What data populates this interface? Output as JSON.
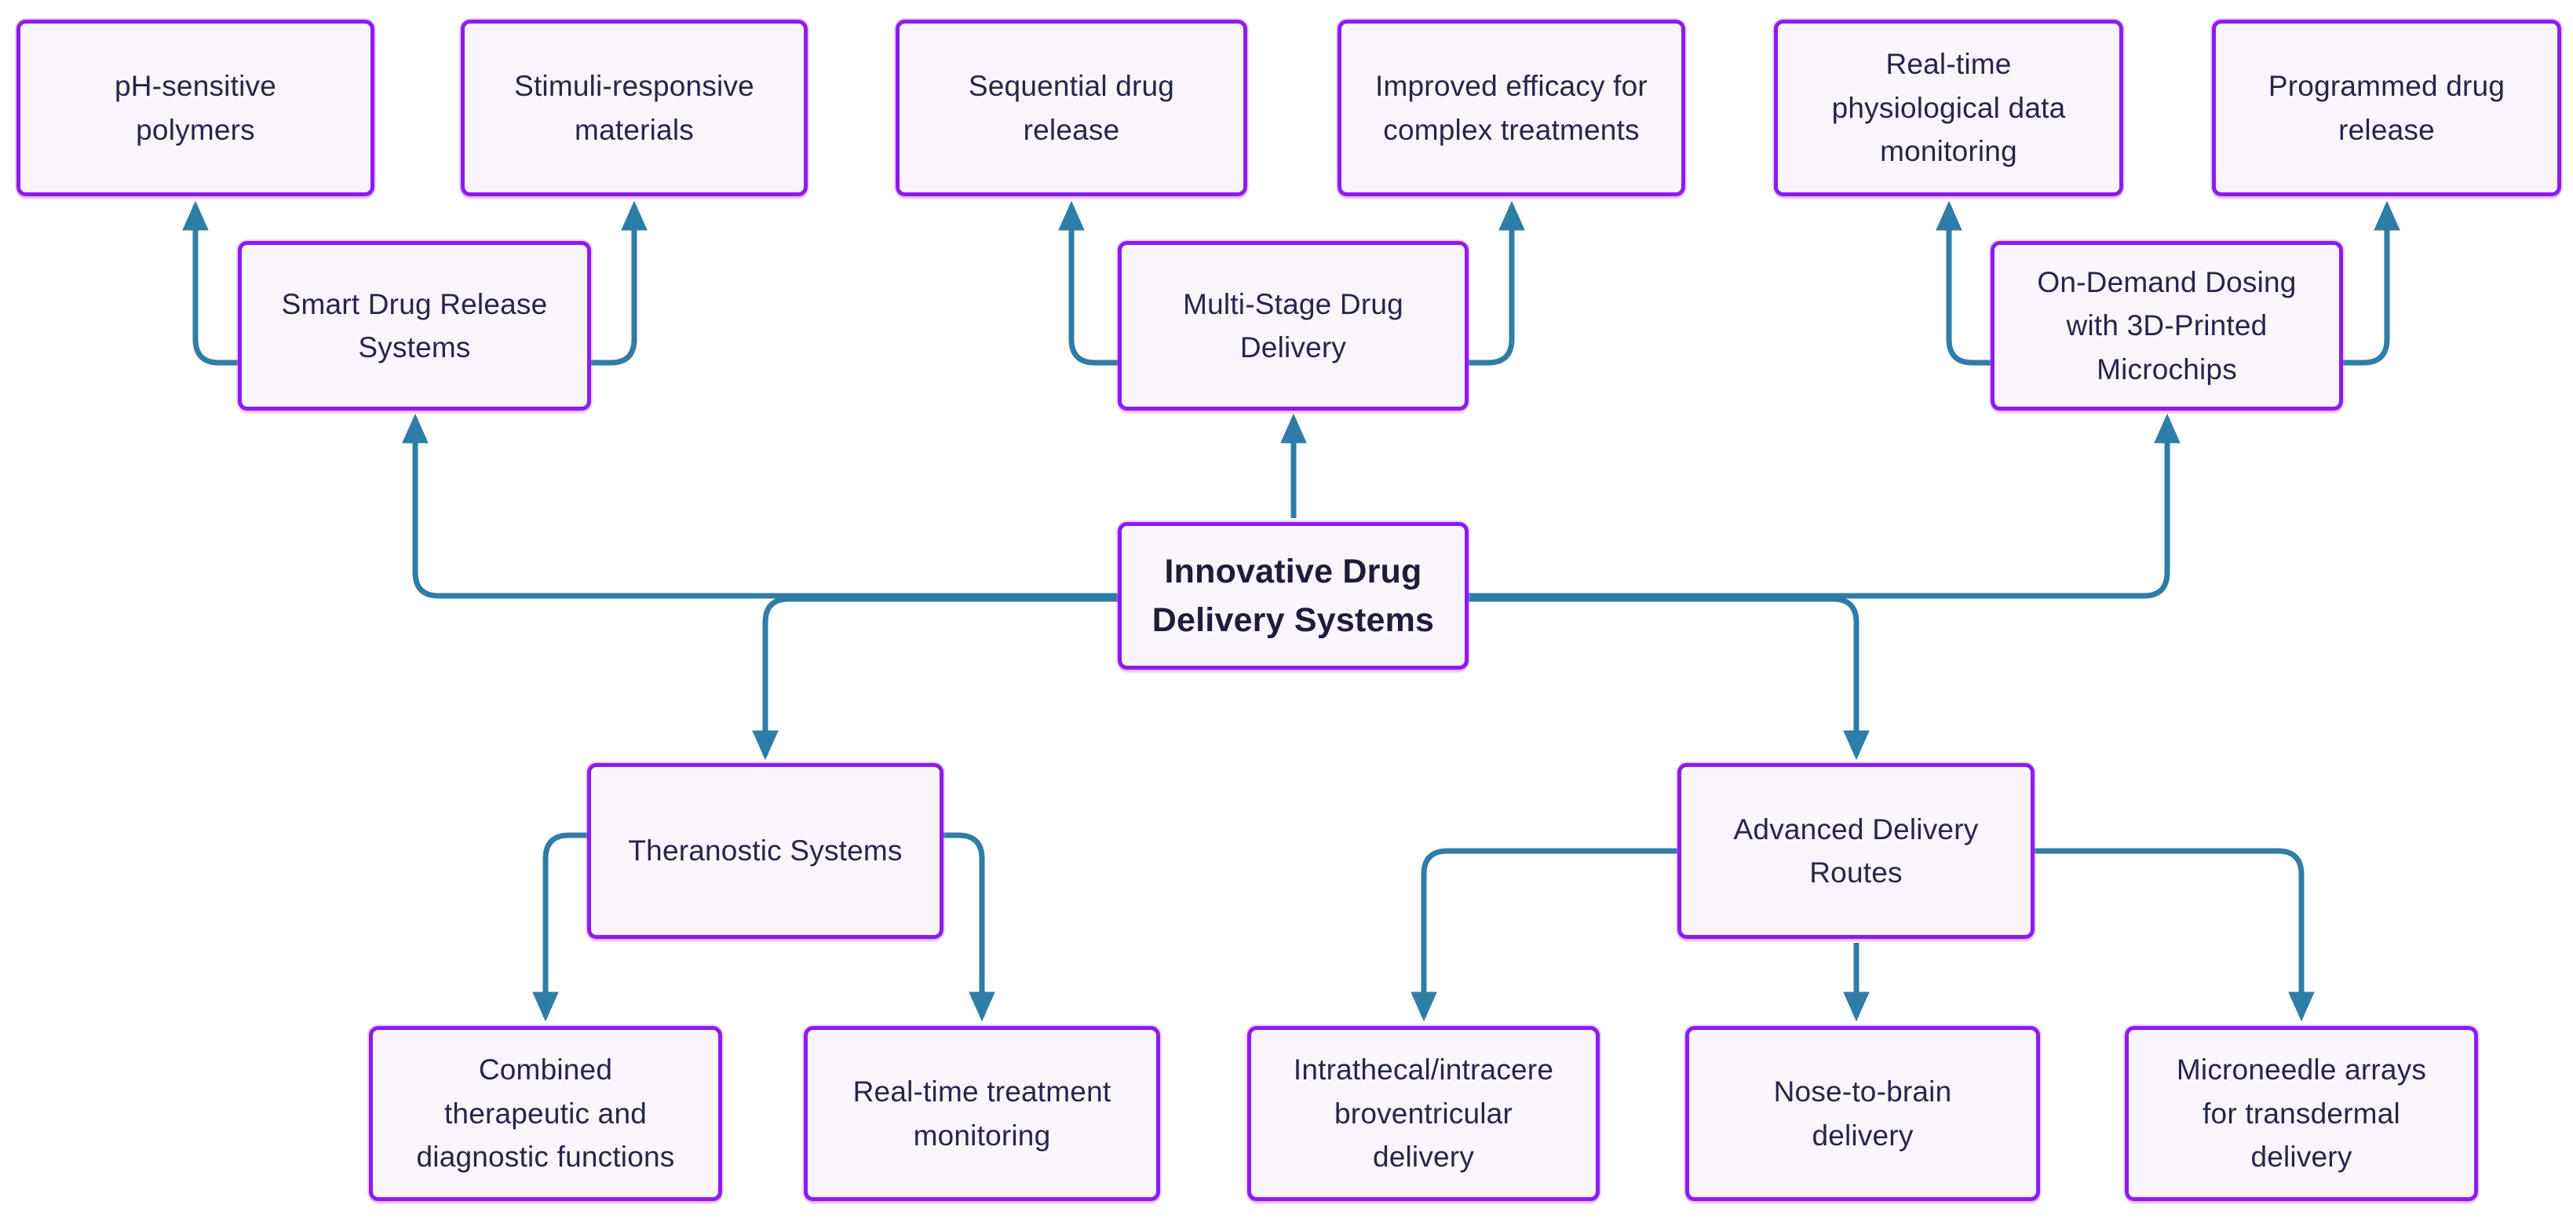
{
  "diagram": {
    "type": "flowchart",
    "root_label": "Innovative Drug Delivery Systems",
    "colors": {
      "node_border": "#8d1bef",
      "node_fill": "#faf4fc",
      "node_text": "#26264a",
      "edge": "#2e7da7",
      "background": "#ffffff"
    },
    "nodes": {
      "root": {
        "label": "Innovative Drug\nDelivery Systems"
      },
      "smart": {
        "label": "Smart Drug Release\nSystems"
      },
      "multi_stage": {
        "label": "Multi-Stage Drug\nDelivery"
      },
      "on_demand": {
        "label": "On-Demand Dosing\nwith 3D-Printed\nMicrochips"
      },
      "ph": {
        "label": "pH-sensitive\npolymers"
      },
      "stimuli": {
        "label": "Stimuli-responsive\nmaterials"
      },
      "sequential": {
        "label": "Sequential drug\nrelease"
      },
      "improved": {
        "label": "Improved efficacy for\ncomplex treatments"
      },
      "realtime_phys": {
        "label": "Real-time\nphysiological data\nmonitoring"
      },
      "programmed": {
        "label": "Programmed drug\nrelease"
      },
      "theranostic": {
        "label": "Theranostic Systems"
      },
      "advanced": {
        "label": "Advanced Delivery\nRoutes"
      },
      "combined": {
        "label": "Combined\ntherapeutic and\ndiagnostic functions"
      },
      "realtime_treat": {
        "label": "Real-time treatment\nmonitoring"
      },
      "intrathecal": {
        "label": "Intrathecal/intracere\nbroventricular\ndelivery"
      },
      "nose_to_brain": {
        "label": "Nose-to-brain\ndelivery"
      },
      "microneedle": {
        "label": "Microneedle arrays\nfor transdermal\ndelivery"
      }
    },
    "edges": [
      {
        "from": "root",
        "to": "multi_stage"
      },
      {
        "from": "root",
        "to": "smart"
      },
      {
        "from": "root",
        "to": "theranostic"
      },
      {
        "from": "root",
        "to": "on_demand"
      },
      {
        "from": "root",
        "to": "advanced"
      },
      {
        "from": "smart",
        "to": "ph"
      },
      {
        "from": "smart",
        "to": "stimuli"
      },
      {
        "from": "multi_stage",
        "to": "sequential"
      },
      {
        "from": "multi_stage",
        "to": "improved"
      },
      {
        "from": "on_demand",
        "to": "realtime_phys"
      },
      {
        "from": "on_demand",
        "to": "programmed"
      },
      {
        "from": "theranostic",
        "to": "combined"
      },
      {
        "from": "theranostic",
        "to": "realtime_treat"
      },
      {
        "from": "advanced",
        "to": "intrathecal"
      },
      {
        "from": "advanced",
        "to": "nose_to_brain"
      },
      {
        "from": "advanced",
        "to": "microneedle"
      }
    ]
  }
}
